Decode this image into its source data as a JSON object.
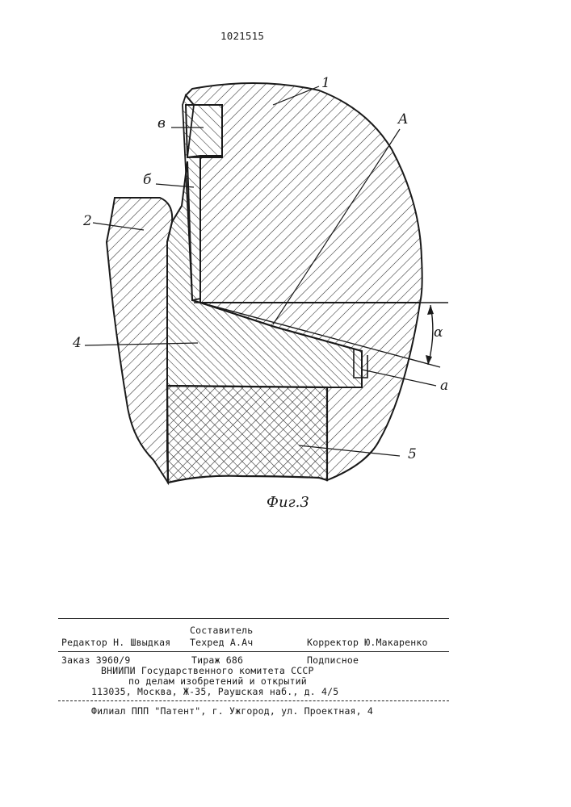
{
  "patent_number": "1021515",
  "figure": {
    "caption": "Фиг.3",
    "labels": {
      "l1": "1",
      "lA": "A",
      "lv": "в",
      "lb": "б",
      "l2": "2",
      "l4": "4",
      "lalpha": "α",
      "la": "a",
      "l5": "5"
    }
  },
  "imprint": {
    "compiler": "Составитель",
    "editor": "Редактор Н. Швыдкая",
    "techred": "Техред А.Ач",
    "corrector": "Корректор Ю.Макаренко",
    "order": "Заказ 3960/9",
    "circulation": "Тираж 686",
    "subscription": "Подписное",
    "org_line1": "ВНИИПИ Государственного комитета СССР",
    "org_line2": "по делам изобретений и открытий",
    "address": "113035, Москва, Ж-35, Раушская наб., д. 4/5",
    "branch": "Филиал ППП \"Патент\", г. Ужгород, ул. Проектная, 4"
  }
}
